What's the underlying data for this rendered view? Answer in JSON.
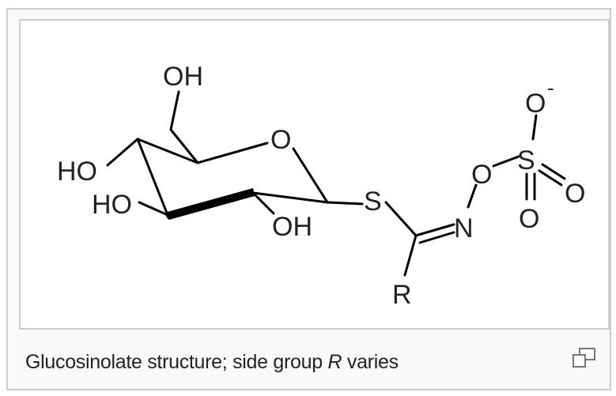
{
  "figure": {
    "caption_prefix": "Glucosinolate structure; side group ",
    "caption_italic": "R",
    "caption_suffix": " varies",
    "enlarge_icon": "magnify-clip-icon"
  },
  "molecule": {
    "atoms": {
      "oh_top": "OH",
      "ho_left": "HO",
      "ho_lower_left": "HO",
      "oh_bottom": "OH",
      "ring_oxygen": "O",
      "sulfur": "S",
      "nitrogen": "N",
      "r_group": "R",
      "oxime_oxygen": "O",
      "sulfonate_sulfur": "S",
      "oxygen_anion": "O",
      "anion_charge": "-",
      "oxygen_right": "O",
      "oxygen_bottom": "O"
    }
  },
  "colors": {
    "frame_border": "#cccccc",
    "frame_background": "#f9f9f9",
    "bond_color": "#000000",
    "text_color": "#222222"
  }
}
